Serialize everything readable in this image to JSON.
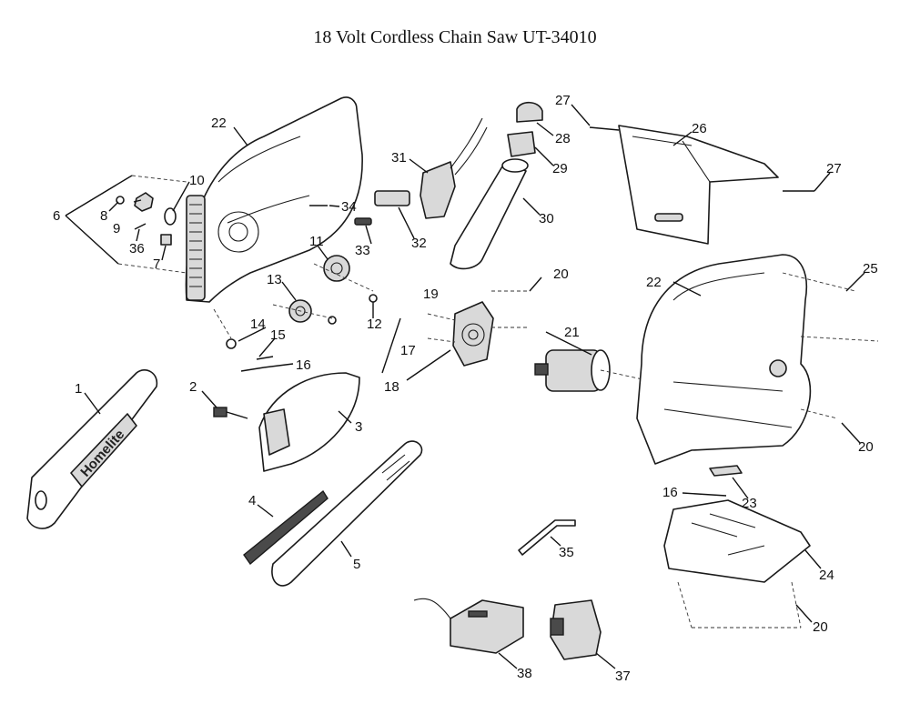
{
  "title": "18 Volt Cordless Chain Saw UT-34010",
  "brand_text": "Homelite",
  "callouts": [
    {
      "id": "c1",
      "label": "1"
    },
    {
      "id": "c2",
      "label": "2"
    },
    {
      "id": "c3",
      "label": "3"
    },
    {
      "id": "c4",
      "label": "4"
    },
    {
      "id": "c5",
      "label": "5"
    },
    {
      "id": "c6",
      "label": "6"
    },
    {
      "id": "c7",
      "label": "7"
    },
    {
      "id": "c8",
      "label": "8"
    },
    {
      "id": "c9",
      "label": "9"
    },
    {
      "id": "c10",
      "label": "10"
    },
    {
      "id": "c11",
      "label": "11"
    },
    {
      "id": "c12",
      "label": "12"
    },
    {
      "id": "c13",
      "label": "13"
    },
    {
      "id": "c14",
      "label": "14"
    },
    {
      "id": "c15",
      "label": "15"
    },
    {
      "id": "c16a",
      "label": "16"
    },
    {
      "id": "c16b",
      "label": "16"
    },
    {
      "id": "c17",
      "label": "17"
    },
    {
      "id": "c18",
      "label": "18"
    },
    {
      "id": "c19",
      "label": "19"
    },
    {
      "id": "c20a",
      "label": "20"
    },
    {
      "id": "c20b",
      "label": "20"
    },
    {
      "id": "c20c",
      "label": "20"
    },
    {
      "id": "c21",
      "label": "21"
    },
    {
      "id": "c22a",
      "label": "22"
    },
    {
      "id": "c22b",
      "label": "22"
    },
    {
      "id": "c23",
      "label": "23"
    },
    {
      "id": "c24",
      "label": "24"
    },
    {
      "id": "c25",
      "label": "25"
    },
    {
      "id": "c26",
      "label": "26"
    },
    {
      "id": "c27a",
      "label": "27"
    },
    {
      "id": "c27b",
      "label": "27"
    },
    {
      "id": "c28",
      "label": "28"
    },
    {
      "id": "c29",
      "label": "29"
    },
    {
      "id": "c30",
      "label": "30"
    },
    {
      "id": "c31",
      "label": "31"
    },
    {
      "id": "c32",
      "label": "32"
    },
    {
      "id": "c33",
      "label": "33"
    },
    {
      "id": "c34",
      "label": "34"
    },
    {
      "id": "c35",
      "label": "35"
    },
    {
      "id": "c36",
      "label": "36"
    },
    {
      "id": "c37",
      "label": "37"
    },
    {
      "id": "c38",
      "label": "38"
    }
  ]
}
